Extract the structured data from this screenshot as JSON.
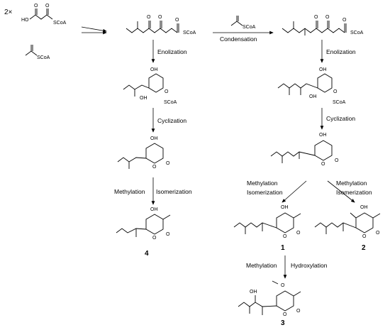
{
  "scheme": {
    "prefix": "2×",
    "atoms": {
      "ho": "HO",
      "scoa": "SCoA",
      "oh": "OH",
      "o": "O"
    },
    "arrow_labels": {
      "condensation": "Condensation",
      "enolization": "Enolization",
      "cyclization": "Cyclization",
      "methylation": "Methylation",
      "isomerization": "Isomerization",
      "hydroxylation": "Hydroxylation"
    },
    "compound_numbers": [
      "4",
      "1",
      "2",
      "3"
    ]
  }
}
